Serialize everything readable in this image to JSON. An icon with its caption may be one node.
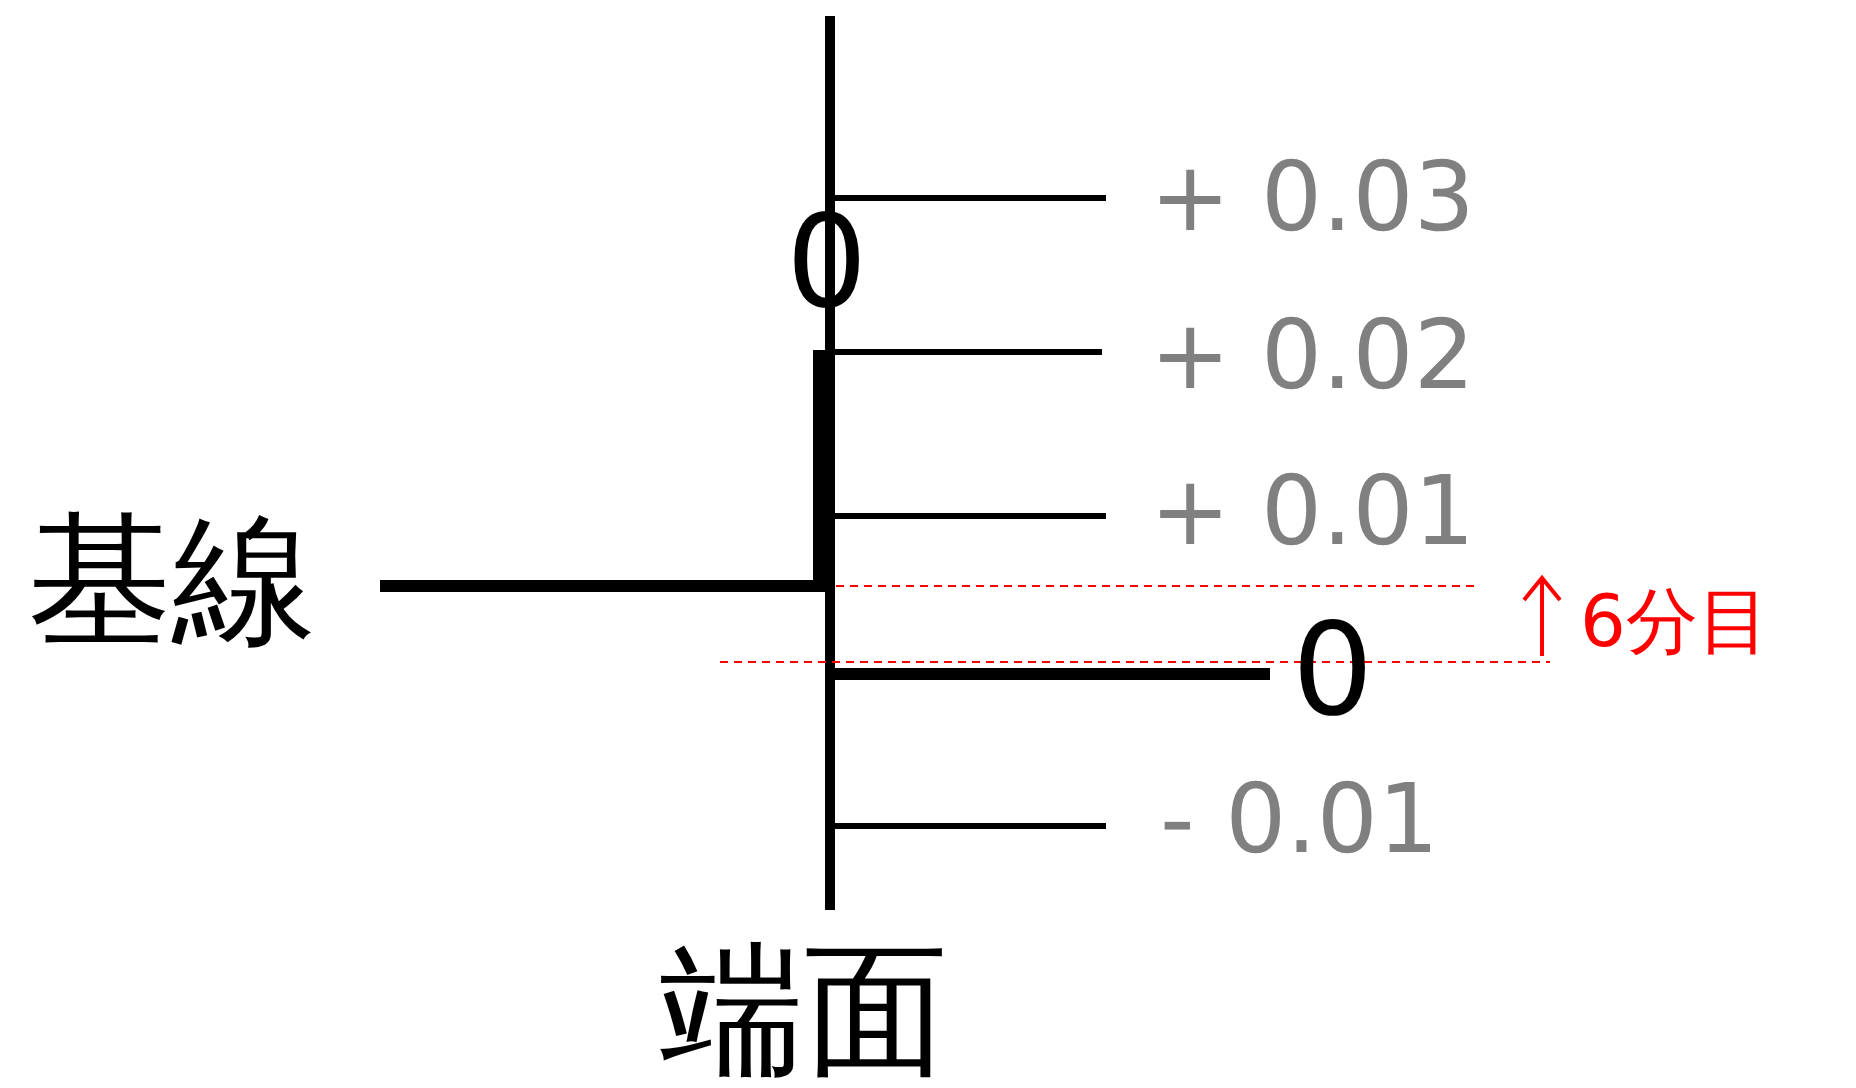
{
  "diagram": {
    "labels": [
      "0",
      "+ 0.03",
      "+ 0.02",
      "+ 0.01",
      "基線",
      "6分目",
      "0",
      "- 0.01",
      "端面"
    ]
  }
}
